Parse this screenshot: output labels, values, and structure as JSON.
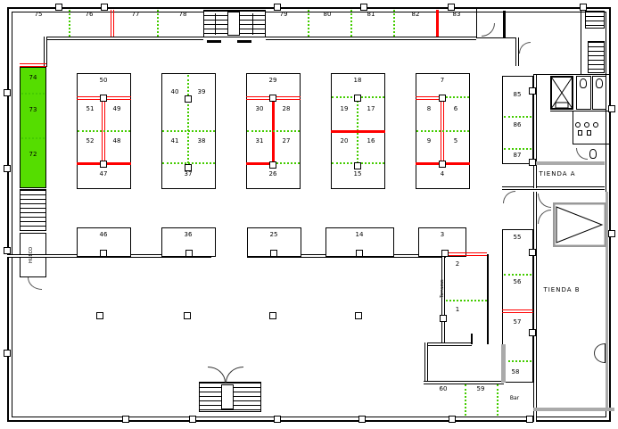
{
  "colors": {
    "stall_highlight": "#55dd00",
    "divider_green": "#44cc00",
    "divider_red": "#ff0000",
    "wall_grey": "#aaaaaa"
  },
  "top_row": [
    "75",
    "76",
    "77",
    "78",
    "79",
    "80",
    "81",
    "82",
    "83"
  ],
  "green_block": [
    "74",
    "73",
    "72"
  ],
  "islands": [
    {
      "cells": [
        "50",
        "51",
        "49",
        "52",
        "48",
        "47"
      ]
    },
    {
      "cells": [
        "40",
        "39",
        "41",
        "38",
        "37"
      ]
    },
    {
      "cells": [
        "29",
        "30",
        "28",
        "31",
        "27",
        "26"
      ]
    },
    {
      "cells": [
        "18",
        "19",
        "17",
        "20",
        "16",
        "15"
      ]
    },
    {
      "cells": [
        "7",
        "8",
        "6",
        "9",
        "5",
        "4"
      ]
    }
  ],
  "mid_row": [
    "46",
    "36",
    "25",
    "14",
    "3"
  ],
  "corridor": {
    "stalls": [
      "2",
      "1"
    ],
    "label": "Terrazas"
  },
  "right_upper": [
    "85",
    "86",
    "87"
  ],
  "right_lower": [
    "55",
    "56",
    "57",
    "58"
  ],
  "bottom_row": [
    "60",
    "59"
  ],
  "rooms": {
    "tienda_a": "TIENDA A",
    "tienda_b": "TIENDA B",
    "bar": "Bar",
    "hueco": "HUECO"
  }
}
